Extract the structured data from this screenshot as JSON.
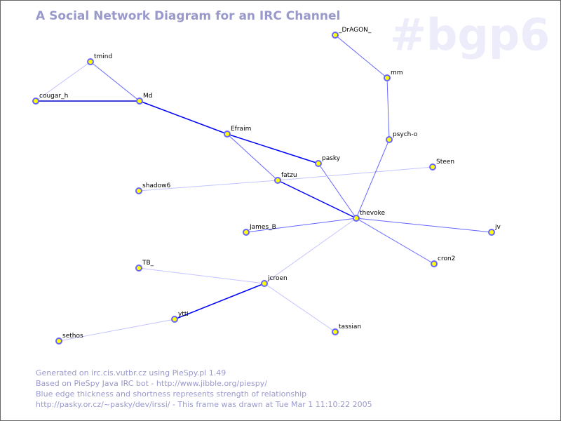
{
  "title": "A Social Network Diagram for an IRC Channel",
  "channel": "#bgp6",
  "colors": {
    "strong": "#0000ff",
    "medium": "#6666ff",
    "weak": "#c4c4ff",
    "node_fill": "#ffff00",
    "node_stroke": "#6666ff"
  },
  "nodes": [
    "_DrAGON_",
    "mm",
    "psych-o",
    "Steen",
    "pasky",
    "Efraim",
    "fatzu",
    "shadow6",
    "thevoke",
    "jv",
    "James_B",
    "cron2",
    "TB_",
    "jcroen",
    "tassian",
    "ytti",
    "sethos",
    "tmind",
    "cougar_h",
    "Md"
  ],
  "edges": [
    {
      "from": "tmind",
      "to": "cougar_h",
      "strength": "weak"
    },
    {
      "from": "tmind",
      "to": "Md",
      "strength": "medium"
    },
    {
      "from": "cougar_h",
      "to": "Md",
      "strength": "strong"
    },
    {
      "from": "Md",
      "to": "Efraim",
      "strength": "strong"
    },
    {
      "from": "Efraim",
      "to": "pasky",
      "strength": "strong"
    },
    {
      "from": "Efraim",
      "to": "fatzu",
      "strength": "medium"
    },
    {
      "from": "fatzu",
      "to": "thevoke",
      "strength": "strong"
    },
    {
      "from": "pasky",
      "to": "thevoke",
      "strength": "medium"
    },
    {
      "from": "shadow6",
      "to": "fatzu",
      "strength": "weak"
    },
    {
      "from": "fatzu",
      "to": "Steen",
      "strength": "weak"
    },
    {
      "from": "_DrAGON_",
      "to": "mm",
      "strength": "medium"
    },
    {
      "from": "mm",
      "to": "psych-o",
      "strength": "medium"
    },
    {
      "from": "psych-o",
      "to": "thevoke",
      "strength": "medium"
    },
    {
      "from": "thevoke",
      "to": "James_B",
      "strength": "medium"
    },
    {
      "from": "thevoke",
      "to": "jv",
      "strength": "medium"
    },
    {
      "from": "thevoke",
      "to": "cron2",
      "strength": "medium"
    },
    {
      "from": "thevoke",
      "to": "jcroen",
      "strength": "weak"
    },
    {
      "from": "TB_",
      "to": "jcroen",
      "strength": "weak"
    },
    {
      "from": "jcroen",
      "to": "ytti",
      "strength": "strong"
    },
    {
      "from": "ytti",
      "to": "sethos",
      "strength": "weak"
    },
    {
      "from": "jcroen",
      "to": "tassian",
      "strength": "weak"
    }
  ],
  "footer": [
    "Generated on irc.cis.vutbr.cz using PieSpy.pl 1.49",
    "Based on PieSpy Java IRC bot - http://www.jibble.org/piespy/",
    "Blue edge thickness and shortness represents strength of relationship",
    "http://pasky.or.cz/~pasky/dev/irssi/ - This frame was drawn at Tue Mar  1 11:10:22 2005"
  ]
}
